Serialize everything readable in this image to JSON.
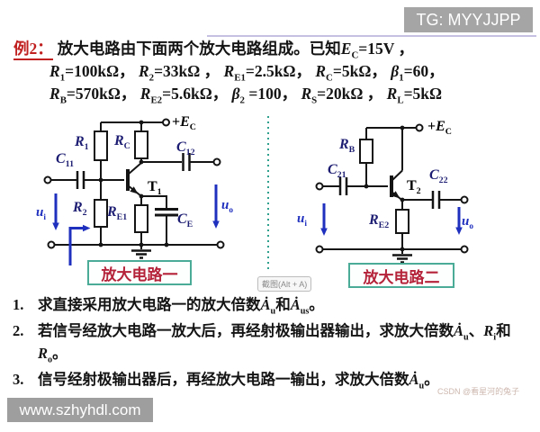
{
  "overlays": {
    "tg_badge": "TG: MYYJJPP",
    "site_badge": "www.szhyhdl.com",
    "csdn_watermark": "CSDN @看星河的兔子",
    "screenshot_tooltip": "截图(Alt + A)"
  },
  "colors": {
    "accent_red": "#c02020",
    "label_navy": "#1c1c72",
    "signal_blue": "#1f2fbe",
    "divider_teal": "#2f9f8e",
    "box_border_teal": "#4aab97",
    "badge_gray": "#a5a5a5"
  },
  "title": {
    "tag": "例2：",
    "rich_line1": [
      {
        "k": "t",
        "x": "放大电路由下面两个放大电路组成。已知"
      },
      {
        "k": "i",
        "x": "E",
        "s": "C"
      },
      {
        "k": "t",
        "x": "=15V ，"
      }
    ],
    "rich_line2": [
      {
        "k": "i",
        "x": "R",
        "s": "1"
      },
      {
        "k": "t",
        "x": "=100kΩ，  "
      },
      {
        "k": "i",
        "x": "R",
        "s": "2"
      },
      {
        "k": "t",
        "x": "=33kΩ ， "
      },
      {
        "k": "i",
        "x": "R",
        "s": "E1"
      },
      {
        "k": "t",
        "x": "=2.5kΩ， "
      },
      {
        "k": "i",
        "x": "R",
        "s": "C"
      },
      {
        "k": "t",
        "x": "=5kΩ， "
      },
      {
        "k": "i",
        "x": "β",
        "s": "1"
      },
      {
        "k": "t",
        "x": "=60，"
      }
    ],
    "rich_line3": [
      {
        "k": "i",
        "x": "R",
        "s": "B"
      },
      {
        "k": "t",
        "x": "=570kΩ， "
      },
      {
        "k": "i",
        "x": "R",
        "s": "E2"
      },
      {
        "k": "t",
        "x": "=5.6kΩ， "
      },
      {
        "k": "i",
        "x": "β",
        "s": "2"
      },
      {
        "k": "t",
        "x": " =100， "
      },
      {
        "k": "i",
        "x": "R",
        "s": "S"
      },
      {
        "k": "t",
        "x": "=20kΩ ， "
      },
      {
        "k": "i",
        "x": "R",
        "s": "L"
      },
      {
        "k": "t",
        "x": "=5kΩ"
      }
    ]
  },
  "circuit1": {
    "name_label": "放大电路一",
    "labels": {
      "r1": [
        {
          "k": "i",
          "x": "R",
          "s": "1"
        }
      ],
      "rc": [
        {
          "k": "i",
          "x": "R",
          "s": "C"
        }
      ],
      "c11": [
        {
          "k": "i",
          "x": "C",
          "s": "11"
        }
      ],
      "c12": [
        {
          "k": "i",
          "x": "C",
          "s": "12"
        }
      ],
      "r2": [
        {
          "k": "i",
          "x": "R",
          "s": "2"
        }
      ],
      "re1": [
        {
          "k": "i",
          "x": "R",
          "s": "E1"
        }
      ],
      "ce": [
        {
          "k": "i",
          "x": "C",
          "s": "E"
        }
      ],
      "t1": [
        {
          "k": "b",
          "x": "T",
          "s": "1"
        }
      ],
      "ec": [
        {
          "k": "b",
          "x": "+"
        },
        {
          "k": "i",
          "x": "E",
          "s": "C"
        }
      ],
      "ui": [
        {
          "k": "i",
          "x": "u",
          "s": "i"
        }
      ],
      "uo": [
        {
          "k": "i",
          "x": "u",
          "s": "o"
        }
      ]
    }
  },
  "circuit2": {
    "name_label": "放大电路二",
    "labels": {
      "rb": [
        {
          "k": "i",
          "x": "R",
          "s": "B"
        }
      ],
      "c21": [
        {
          "k": "i",
          "x": "C",
          "s": "21"
        }
      ],
      "c22": [
        {
          "k": "i",
          "x": "C",
          "s": "22"
        }
      ],
      "re2": [
        {
          "k": "i",
          "x": "R",
          "s": "E2"
        }
      ],
      "t2": [
        {
          "k": "b",
          "x": "T",
          "s": "2"
        }
      ],
      "ec": [
        {
          "k": "b",
          "x": "+"
        },
        {
          "k": "i",
          "x": "E",
          "s": "C"
        }
      ],
      "ui": [
        {
          "k": "i",
          "x": "u",
          "s": "i"
        }
      ],
      "uo": [
        {
          "k": "i",
          "x": "u",
          "s": "o"
        }
      ]
    }
  },
  "questions": [
    {
      "num": "1.",
      "rich": [
        {
          "k": "t",
          "x": "求直接采用放大电路一的放大倍数"
        },
        {
          "k": "i",
          "x": "Ȧ",
          "s": "u"
        },
        {
          "k": "t",
          "x": "和"
        },
        {
          "k": "i",
          "x": "Ȧ",
          "s": "us"
        },
        {
          "k": "t",
          "x": "。"
        }
      ]
    },
    {
      "num": "2.",
      "rich": [
        {
          "k": "t",
          "x": "若信号经放大电路一放大后，再经射极输出器输出，求放大倍数"
        },
        {
          "k": "i",
          "x": "Ȧ",
          "s": "u"
        },
        {
          "k": "t",
          "x": "、"
        },
        {
          "k": "i",
          "x": "R",
          "s": "i"
        },
        {
          "k": "t",
          "x": "和"
        },
        {
          "k": "i",
          "x": "R",
          "s": "o"
        },
        {
          "k": "t",
          "x": "。"
        }
      ]
    },
    {
      "num": "3.",
      "rich": [
        {
          "k": "t",
          "x": "信号经射极输出器后，再经放大电路一输出，求放大倍数"
        },
        {
          "k": "i",
          "x": "Ȧ",
          "s": "u"
        },
        {
          "k": "t",
          "x": "。"
        }
      ]
    }
  ]
}
